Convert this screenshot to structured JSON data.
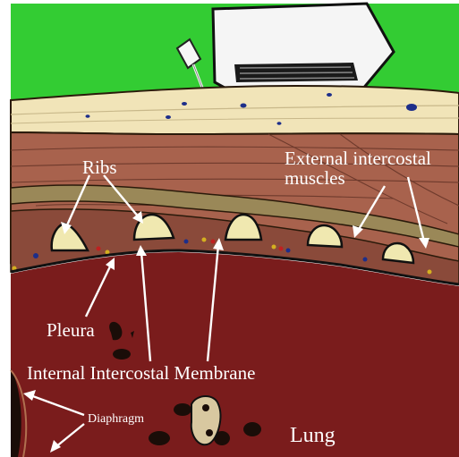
{
  "labels": {
    "ribs": "Ribs",
    "external_line1": "External intercostal",
    "external_line2": "muscles",
    "pleura": "Pleura",
    "internal_membrane": "Internal Intercostal Membrane",
    "diaphragm": "Diaphragm",
    "lung": "Lung"
  },
  "colors": {
    "background_green": "#33cc33",
    "skin": "#f1e4b8",
    "muscle": "#a8624d",
    "muscle_dark": "#8a4a3a",
    "fascia": "#9a8858",
    "rib": "#f0e8b0",
    "lung": "#7a1c1c",
    "probe_body": "#f5f5f5",
    "label_text": "#ffffff"
  }
}
